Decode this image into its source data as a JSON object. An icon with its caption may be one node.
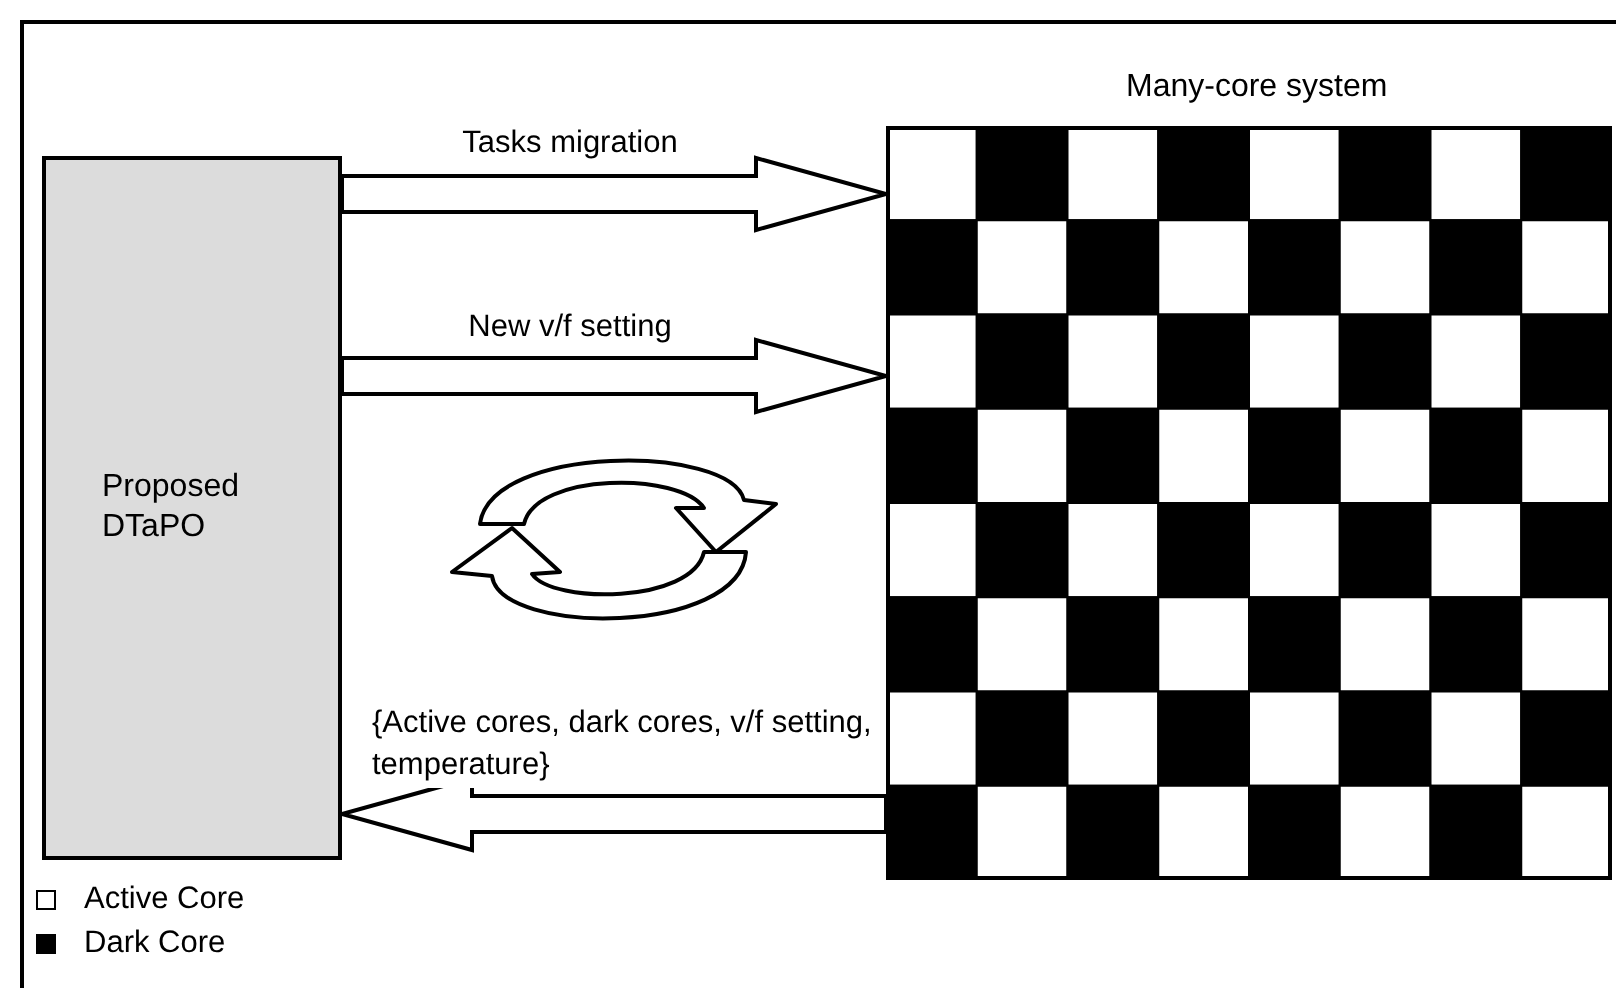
{
  "diagram": {
    "nodes": [
      {
        "text": [
          "Proposed DTaPO"
        ]
      },
      {
        "text": [
          "Many-core system"
        ]
      }
    ],
    "edges": [
      {
        "from": 0,
        "to": 1,
        "arrow": "to",
        "label": "Tasks migration"
      },
      {
        "from": 0,
        "to": 1,
        "arrow": "to",
        "label": "New v/f setting"
      },
      {
        "from": 1,
        "to": 0,
        "arrow": "to",
        "label": "{Active cores, dark cores, v/f setting, temperature}"
      }
    ],
    "legend": [
      {
        "text": "Active Core",
        "color": "#ffffff"
      },
      {
        "text": "Dark Core",
        "color": "#000000"
      }
    ]
  }
}
